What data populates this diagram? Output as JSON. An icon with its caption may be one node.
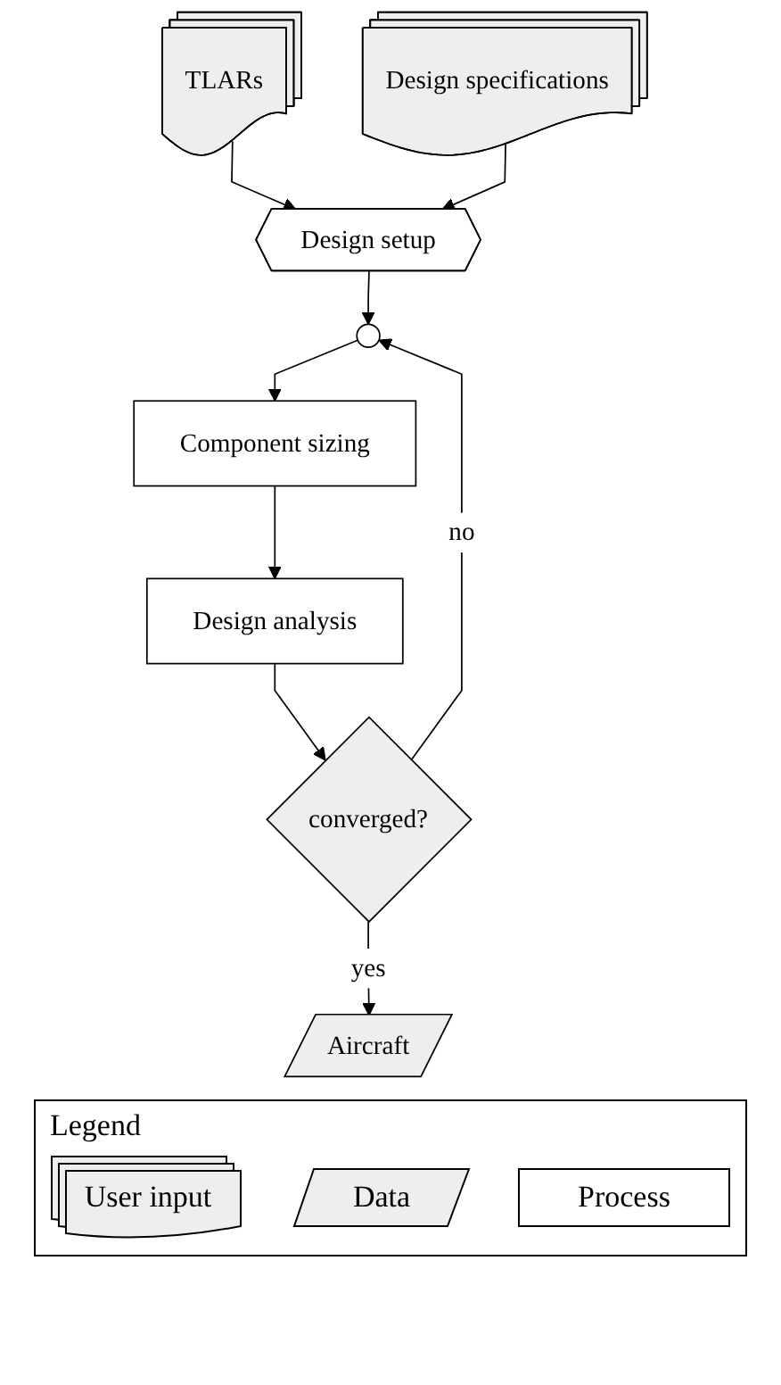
{
  "diagram": {
    "nodes": [
      {
        "text": [
          "TLARs"
        ]
      },
      {
        "text": [
          "Design specifications"
        ]
      },
      {
        "text": [
          "Design setup"
        ]
      },
      {
        "text": [],
        "shape": "circle"
      },
      {
        "text": [
          "Component sizing"
        ]
      },
      {
        "text": [
          "Design analysis"
        ]
      },
      {
        "text": [
          "converged?"
        ]
      },
      {
        "text": [
          "Aircraft"
        ]
      }
    ],
    "edges": [
      {
        "from": 0,
        "to": 2,
        "arrow": "to"
      },
      {
        "from": 1,
        "to": 2,
        "arrow": "to"
      },
      {
        "from": 2,
        "to": 3,
        "arrow": "to"
      },
      {
        "from": 3,
        "to": 4,
        "arrow": "to"
      },
      {
        "from": 4,
        "to": 5,
        "arrow": "to"
      },
      {
        "from": 5,
        "to": 6,
        "arrow": "to"
      },
      {
        "from": 6,
        "to": 3,
        "arrow": "to",
        "label": "no"
      },
      {
        "from": 6,
        "to": 7,
        "arrow": "to",
        "label": "yes"
      }
    ],
    "labels": [
      "Legend"
    ],
    "legend": [
      {
        "text": "User input"
      },
      {
        "text": "Data"
      },
      {
        "text": "Process"
      }
    ]
  }
}
